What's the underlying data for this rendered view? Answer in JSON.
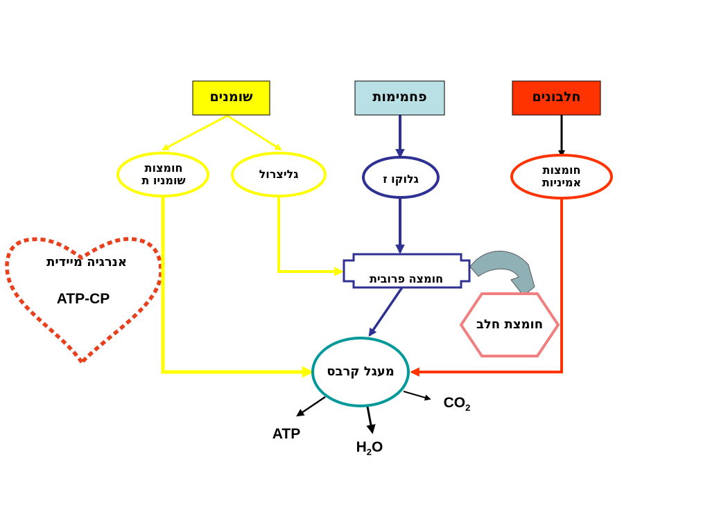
{
  "colors": {
    "fats": "#ffff00",
    "carbs": "#2e3192",
    "carbs_fill": "#b9e0e4",
    "proteins": "#ff3300",
    "krebs": "#009999",
    "lactic": "#f08080",
    "heart": "#e8401c",
    "black": "#000000"
  },
  "sources": {
    "fats": "שומנים",
    "carbohydrates": "פחמימות",
    "proteins": "חלבונים"
  },
  "intermediates": {
    "fatty_acids": "חומצות שומניו ת",
    "glycerol": "גליצרול",
    "glucose": "גלוקו ז",
    "amino_acids": "חומצות אמיניות"
  },
  "pyruvic_acid": "חומצה פרובית",
  "lactic_acid": "חומצת חלב",
  "krebs_cycle": "מעגל קרבס",
  "immediate_energy": {
    "title": "אנרגיה מיידית",
    "system": "ATP-CP"
  },
  "products": {
    "atp": "ATP",
    "co2": {
      "base": "CO",
      "sub": "2"
    },
    "h2o": {
      "base": "H",
      "sub": "2",
      "tail": "O"
    }
  }
}
